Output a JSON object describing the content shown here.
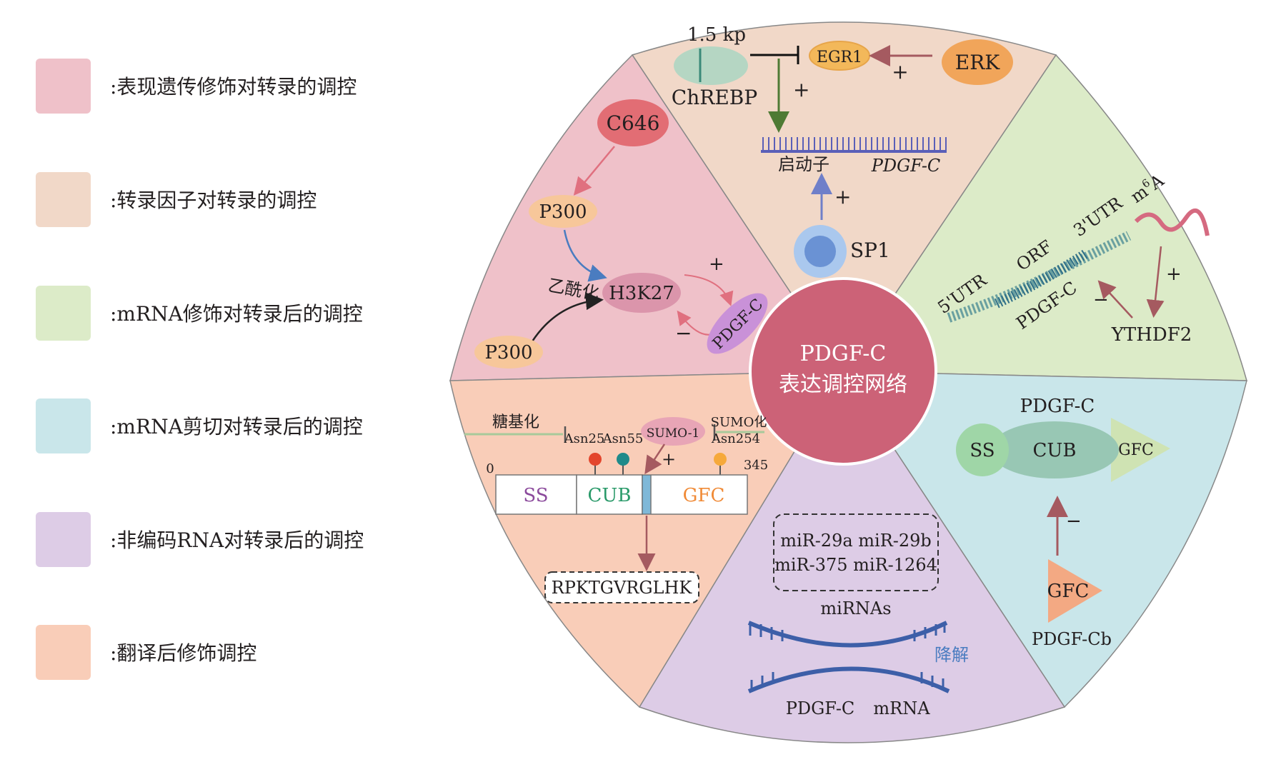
{
  "legend": [
    {
      "label": ":表现遗传修饰对转录的调控",
      "color": "#efc1c9"
    },
    {
      "label": ":转录因子对转录的调控",
      "color": "#f1d8c8"
    },
    {
      "label": ":mRNA修饰对转录后的调控",
      "color": "#dcebc8"
    },
    {
      "label": ":mRNA剪切对转录后的调控",
      "color": "#c9e6ea"
    },
    {
      "label": ":非编码RNA对转录后的调控",
      "color": "#ddcce6"
    },
    {
      "label": ":翻译后修饰调控",
      "color": "#f9cdb8"
    }
  ],
  "center": {
    "line1": "PDGF-C",
    "line2": "表达调控网络",
    "color": "#cc6277"
  },
  "top": {
    "length": "1.5 kp",
    "chrebp": "ChREBP",
    "egr1": "EGR1",
    "erk": "ERK",
    "plus1": "+",
    "plus2": "+",
    "plus3": "+",
    "promoter": "启动子",
    "gene": "PDGF-C",
    "sp1": "SP1"
  },
  "left": {
    "c646": "C646",
    "p300a": "P300",
    "p300b": "P300",
    "acetyl": "乙酰化",
    "h3k27": "H3K27",
    "pdgfc": "PDGF-C",
    "plus": "+",
    "minus": "−"
  },
  "right": {
    "utr5": "5'UTR",
    "orf": "ORF",
    "utr3": "3'UTR",
    "m6a": "m",
    "m6a_sup": "6",
    "m6a_a": "A",
    "pdgfc": "PDGF-C",
    "minus": "−",
    "plus": "+",
    "ythdf2": "YTHDF2"
  },
  "bottom_right": {
    "title": "PDGF-C",
    "ss": "SS",
    "cub": "CUB",
    "gfc": "GFC",
    "minus": "−",
    "gfc2": "GFC",
    "pdgfcb": "PDGF-Cb"
  },
  "bottom": {
    "mirs_line1": "miR-29a miR-29b",
    "mirs_line2": "miR-375 miR-1264",
    "mirnas": "miRNAs",
    "degrade": "降解",
    "pdgfc": "PDGF-C",
    "mrna": "mRNA"
  },
  "bottom_left": {
    "glyco": "糖基化",
    "asn25": "Asn25",
    "asn55": "Asn55",
    "sumo1": "SUMO-1",
    "sumoylation": "SUMO化",
    "asn254": "Asn254",
    "start": "0",
    "end": "345",
    "plus": "+",
    "ss": "SS",
    "cub": "CUB",
    "gfc": "GFC",
    "peptide": "RPKTGVRGLHK"
  }
}
